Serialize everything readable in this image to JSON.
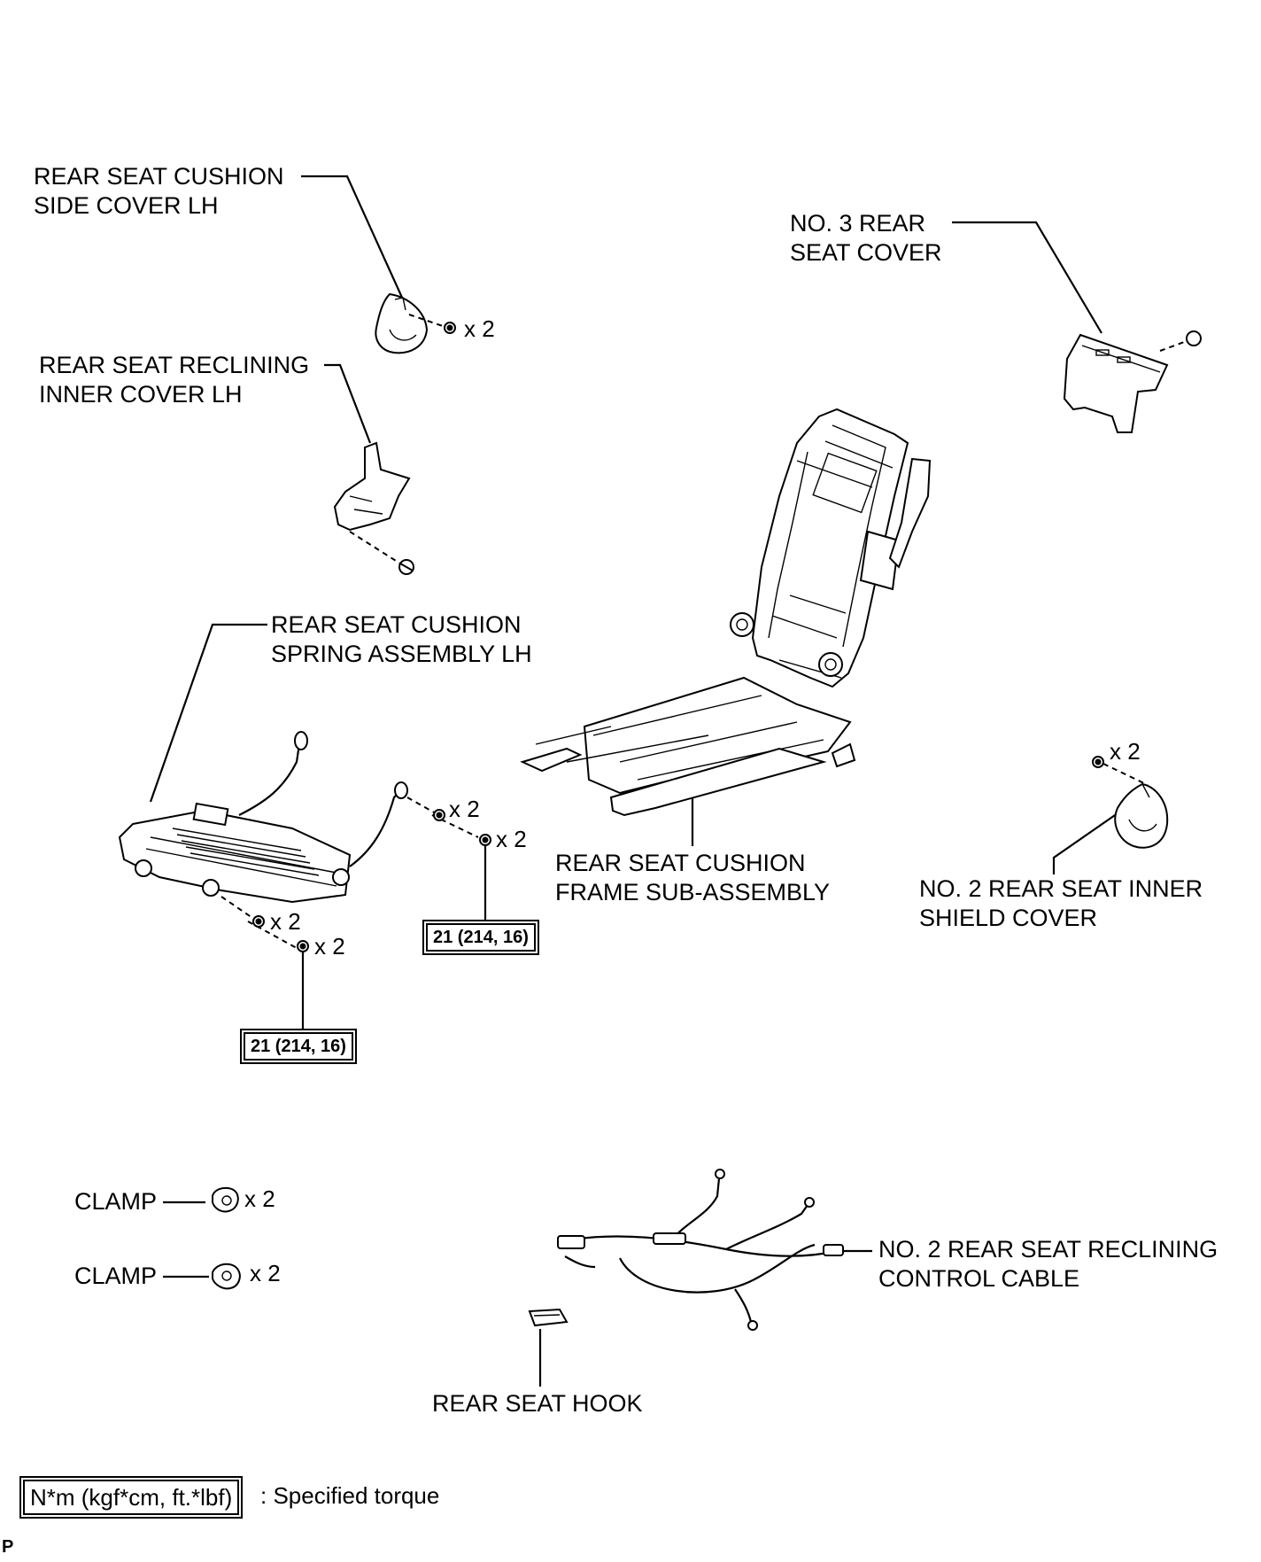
{
  "labels": {
    "side_cover": "REAR SEAT CUSHION\nSIDE COVER LH",
    "reclining_inner_cover": "REAR SEAT RECLINING\nINNER COVER LH",
    "spring_assembly": "REAR SEAT CUSHION\nSPRING ASSEMBLY LH",
    "no3_seat_cover": "NO. 3 REAR\nSEAT COVER",
    "frame_sub_assembly": "REAR SEAT CUSHION\nFRAME SUB-ASSEMBLY",
    "inner_shield_cover": "NO. 2 REAR SEAT INNER\nSHIELD COVER",
    "clamp_1": "CLAMP",
    "clamp_2": "CLAMP",
    "control_cable": "NO. 2 REAR SEAT RECLINING\nCONTROL CABLE",
    "seat_hook": "REAR SEAT HOOK"
  },
  "quantities": {
    "side_cover_bolts": "x 2",
    "spring_nuts_right_upper": "x 2",
    "spring_bolts_right_lower": "x 2",
    "spring_nuts_left_upper": "x 2",
    "spring_bolts_left_lower": "x 2",
    "inner_shield_bolts": "x 2",
    "clamp_1_qty": "x 2",
    "clamp_2_qty": "x 2"
  },
  "torques": {
    "right": "21 (214, 16)",
    "left": "21 (214, 16)"
  },
  "legend": {
    "unit_box": "N*m (kgf*cm, ft.*lbf)",
    "meaning": ": Specified torque"
  },
  "corner_code": "P"
}
